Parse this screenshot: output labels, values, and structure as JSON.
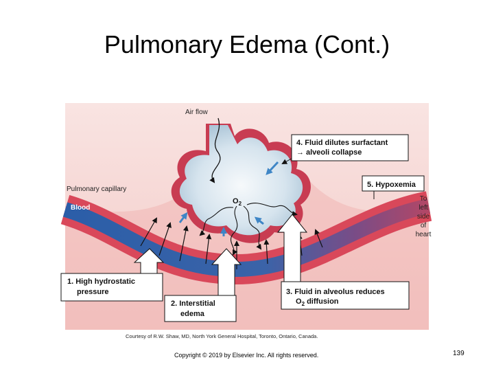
{
  "slide": {
    "title": "Pulmonary Edema (Cont.)",
    "copyright": "Copyright © 2019 by Elsevier Inc. All rights reserved.",
    "page_number": "139"
  },
  "figure": {
    "air_flow": "Air flow",
    "pulmonary_capillary": "Pulmonary capillary",
    "blood": "Blood",
    "o2_symbol": "O",
    "o2_sub": "2",
    "to_heart": [
      "To",
      "left",
      "side",
      "of",
      "heart"
    ],
    "callout_1": [
      "1. High hydrostatic",
      "pressure"
    ],
    "callout_2": [
      "2. Interstitial",
      "edema"
    ],
    "callout_3_line1": "3. Fluid in alveolus reduces",
    "callout_3_line2_pre": "O",
    "callout_3_line2_sub": "2",
    "callout_3_line2_post": " diffusion",
    "callout_4": [
      "4. Fluid dilutes surfactant",
      "alveoli collapse"
    ],
    "callout_5": "5. Hypoxemia",
    "credit": "Courtesy of R.W. Shaw, MD, North York General Hospital, Toronto, Ontario, Canada."
  },
  "colors": {
    "tissue_pink": "#f2b8b8",
    "capillary_blue": "#2f5fa8",
    "capillary_red": "#d9485a",
    "alveolus_fill": "#dfe9f0",
    "arrow_blue": "#3f86c6"
  }
}
